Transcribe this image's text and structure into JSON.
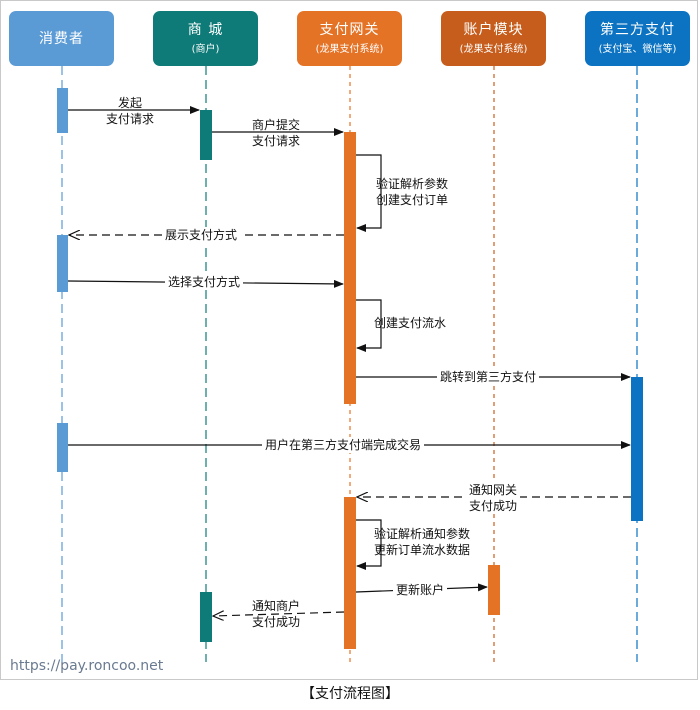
{
  "colors": {
    "consumer": "#5b9bd5",
    "merchant": "#0e7b78",
    "gateway": "#e57326",
    "account": "#c75d1c",
    "thirdparty": "#0b73c2"
  },
  "participants": [
    {
      "key": "consumer",
      "title": "消费者",
      "subtitle": ""
    },
    {
      "key": "merchant",
      "title": "商 城",
      "subtitle": "(商户)"
    },
    {
      "key": "gateway",
      "title": "支付网关",
      "subtitle": "(龙果支付系统)"
    },
    {
      "key": "account",
      "title": "账户模块",
      "subtitle": "(龙果支付系统)"
    },
    {
      "key": "thirdparty",
      "title": "第三方支付",
      "subtitle": "(支付宝、微信等)"
    }
  ],
  "messages": {
    "m1": {
      "line1": "发起",
      "line2": "支付请求"
    },
    "m2": {
      "line1": "商户提交",
      "line2": "支付请求"
    },
    "m3": {
      "line1": "验证解析参数",
      "line2": "创建支付订单"
    },
    "m4": {
      "line1": "展示支付方式"
    },
    "m5": {
      "line1": "选择支付方式"
    },
    "m6": {
      "line1": "创建支付流水"
    },
    "m7": {
      "line1": "跳转到第三方支付"
    },
    "m8": {
      "line1": "用户在第三方支付端完成交易"
    },
    "m9": {
      "line1": "通知网关",
      "line2": "支付成功"
    },
    "m10": {
      "line1": "验证解析通知参数",
      "line2": "更新订单流水数据"
    },
    "m11": {
      "line1": "更新账户"
    },
    "m12": {
      "line1": "通知商户",
      "line2": "支付成功"
    }
  },
  "footer": {
    "url": "https://pay.roncoo.net",
    "caption": "【支付流程图】"
  }
}
